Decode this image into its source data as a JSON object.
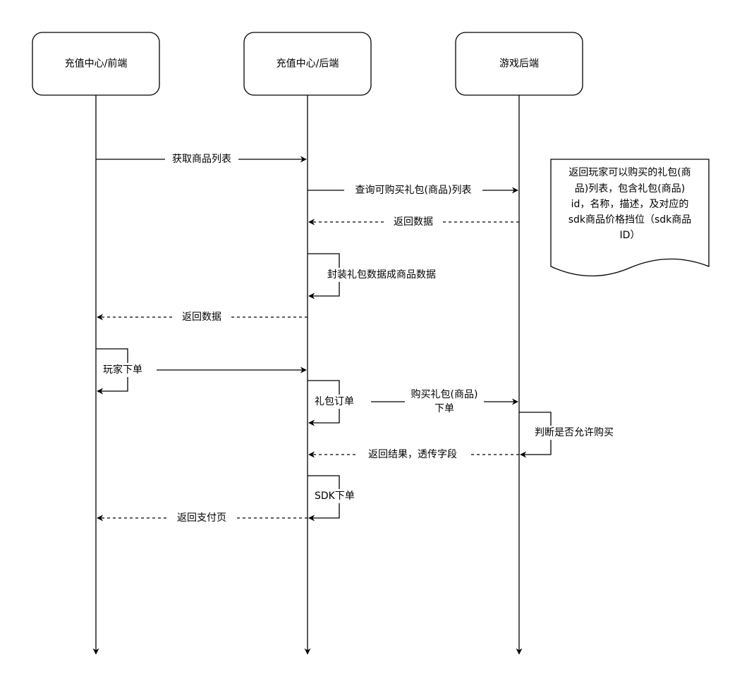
{
  "participants": [
    {
      "id": "frontend",
      "label": "充值中心/前端"
    },
    {
      "id": "backend",
      "label": "充值中心/后端"
    },
    {
      "id": "game",
      "label": "游戏后端"
    }
  ],
  "messages": [
    {
      "id": "get-products",
      "label": "获取商品列表"
    },
    {
      "id": "query-gifts",
      "label": "查询可购买礼包(商品)列表"
    },
    {
      "id": "return-data-1",
      "label": "返回数据"
    },
    {
      "id": "wrap-data",
      "label": "封装礼包数据成商品数据"
    },
    {
      "id": "return-data-2",
      "label": "返回数据"
    },
    {
      "id": "player-order",
      "label": "玩家下单"
    },
    {
      "id": "gift-order",
      "label": "礼包订单"
    },
    {
      "id": "buy-gift-1",
      "label": "购买礼包(商品)"
    },
    {
      "id": "buy-gift-2",
      "label": "下单"
    },
    {
      "id": "check-allowed",
      "label": "判断是否允许购买"
    },
    {
      "id": "return-result",
      "label": "返回结果，透传字段"
    },
    {
      "id": "sdk-order",
      "label": "SDK下单"
    },
    {
      "id": "return-pay",
      "label": "返回支付页"
    }
  ],
  "note": {
    "lines": [
      "返回玩家可以购买的礼包(商",
      "品)列表，包含礼包(商品)",
      "id，名称，描述，及对应的",
      "sdk商品价格挡位（sdk商品",
      "ID）"
    ]
  }
}
